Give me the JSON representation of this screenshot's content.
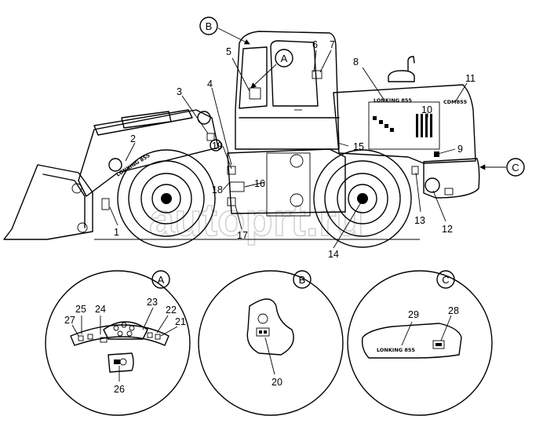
{
  "watermark": "autoprt.ru",
  "decal_texts": {
    "boom": "LONKING 855",
    "body": "LONKING 855",
    "rear": "CDM855",
    "detail_c": "LONKING 855"
  },
  "callout_letters": {
    "a": "A",
    "b": "B",
    "c": "C"
  },
  "labels": {
    "n1": "1",
    "n2": "2",
    "n3": "3",
    "n4": "4",
    "n5": "5",
    "n6": "6",
    "n7": "7",
    "n8": "8",
    "n9": "9",
    "n10": "10",
    "n11": "11",
    "n12": "12",
    "n13": "13",
    "n14": "14",
    "n15": "15",
    "n16": "16",
    "n17": "17",
    "n18": "18",
    "n19": "19",
    "n20": "20",
    "n21": "21",
    "n22": "22",
    "n23": "23",
    "n24": "24",
    "n25": "25",
    "n26": "26",
    "n27": "27",
    "n28": "28",
    "n29": "29"
  },
  "details": {
    "a": {
      "letter": "A"
    },
    "b": {
      "letter": "B"
    },
    "c": {
      "letter": "C"
    }
  }
}
